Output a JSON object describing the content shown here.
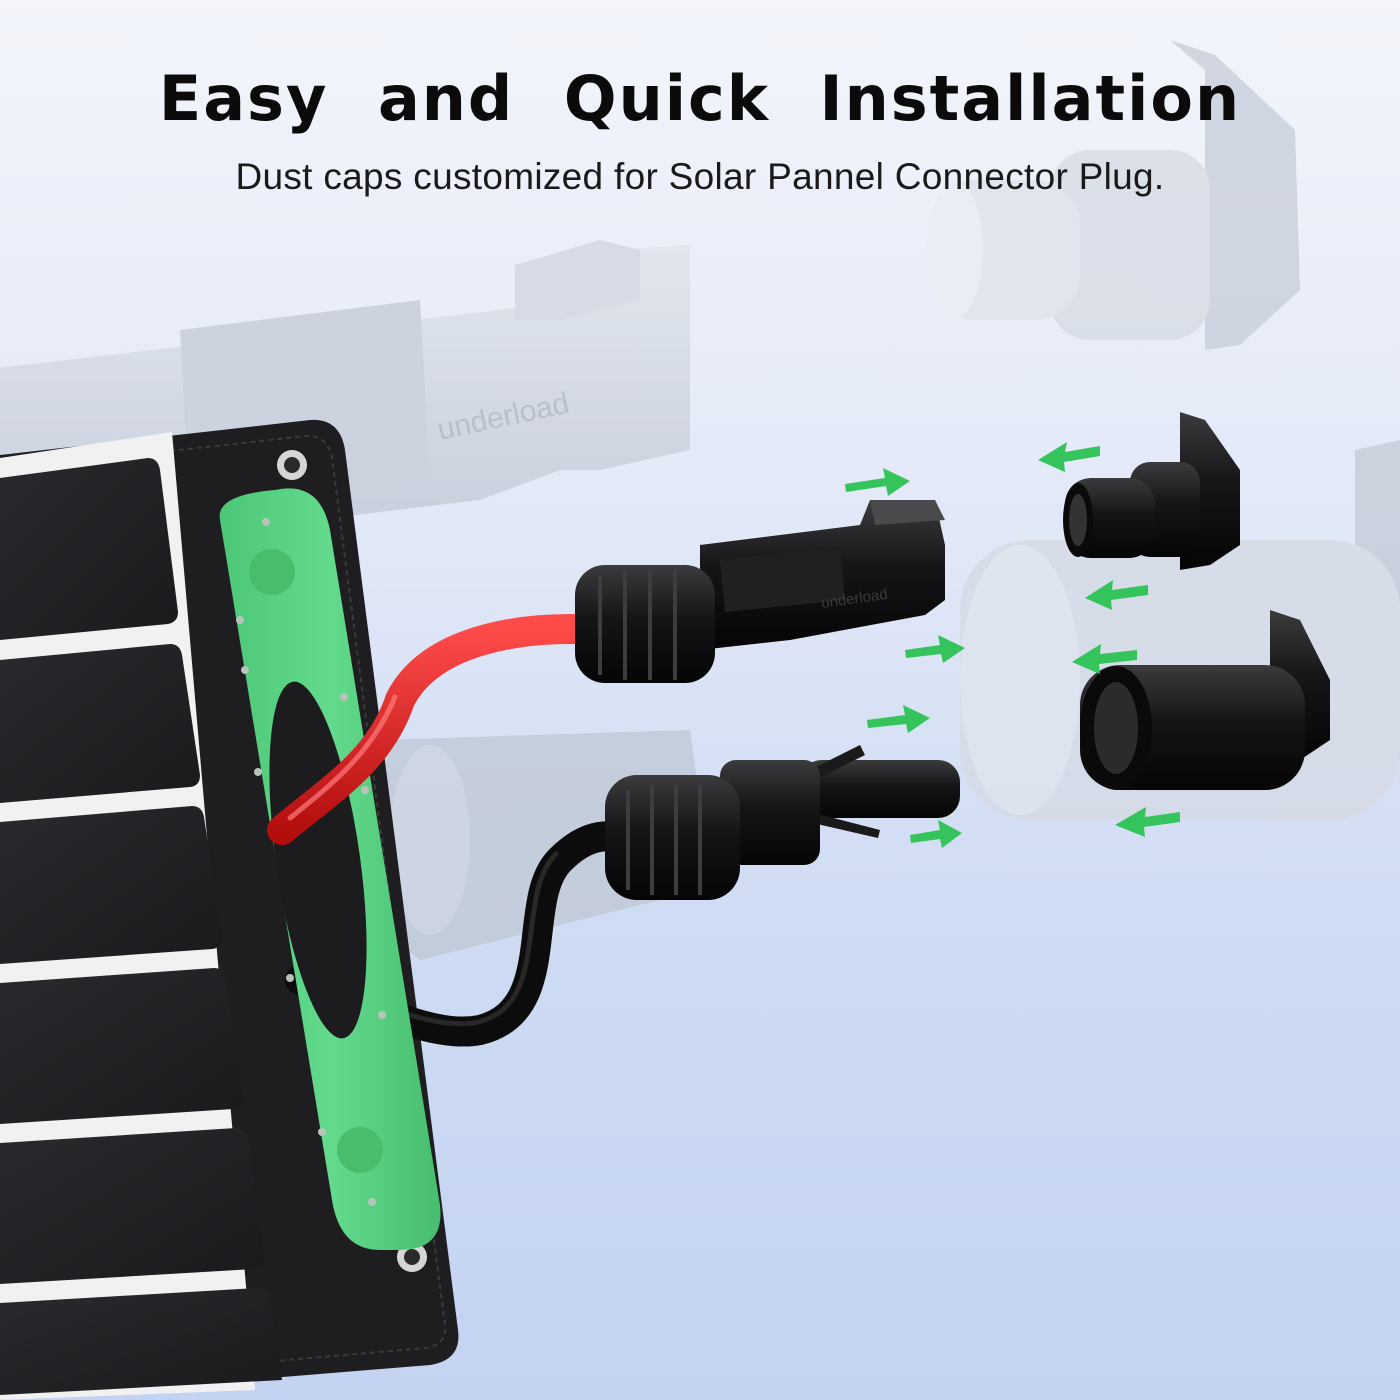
{
  "title": "Easy and Quick Installation",
  "subtitle": "Dust caps customized for Solar Pannel Connector Plug.",
  "connector_brand": "underload",
  "colors": {
    "panel_frame": "#1c1c1e",
    "solar_cell": "#222226",
    "handle_green": "#5dd586",
    "positive_cable": "#d81e1e",
    "negative_cable": "#111111",
    "arrow_green": "#35c45c",
    "ghost_parts": "#c9d0dc"
  },
  "icons": {
    "arrow": "arrow-icon",
    "grommet": "grommet-icon"
  }
}
